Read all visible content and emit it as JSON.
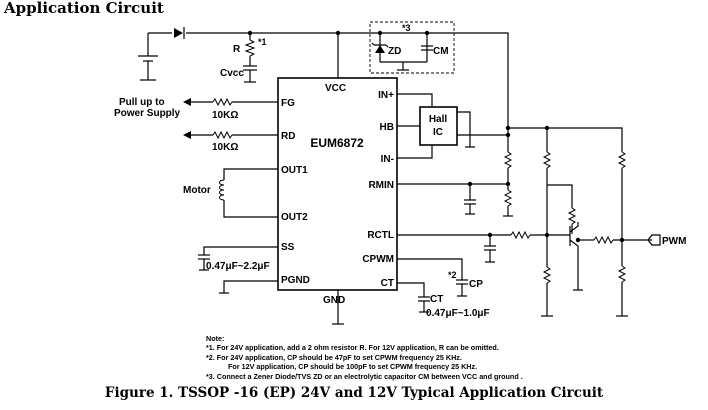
{
  "header": {
    "title": "Application Circuit"
  },
  "chip": {
    "name": "EUM6872",
    "pins": {
      "vcc": "VCC",
      "fg": "FG",
      "rd": "RD",
      "out1": "OUT1",
      "out2": "OUT2",
      "ss": "SS",
      "pgnd": "PGND",
      "gnd": "GND",
      "in_plus": "IN+",
      "hb": "HB",
      "in_minus": "IN-",
      "rmin": "RMIN",
      "rctl": "RCTL",
      "cpwm": "CPWM",
      "ct": "CT"
    }
  },
  "labels": {
    "r": "R",
    "note1_mark": "*1",
    "cvcc": "Cvcc",
    "note3_mark": "*3",
    "zd": "ZD",
    "cm": "CM",
    "hall_line1": "Hall",
    "hall_line2": "IC",
    "pullup_line1": "Pull up to",
    "pullup_line2": "Power Supply",
    "fg_res": "10KΩ",
    "rd_res": "10KΩ",
    "motor": "Motor",
    "ss_cap": "0.47μF~2.2μF",
    "note2_mark": "*2",
    "cp": "CP",
    "ct": "CT",
    "ct_cap": "0.47μF~1.0μF",
    "pwm": "PWM"
  },
  "notes": {
    "title": "Note:",
    "lines": [
      "*1. For 24V application, add a 2 ohm resistor R. For 12V application, R can be omitted.",
      "*2. For 24V application, CP should be 47pF to set CPWM frequency 25 KHz.",
      "For 12V application, CP should be 100pF to set CPWM frequency 25 KHz.",
      "*3. Connect a Zener Diode/TVS ZD or an electrolytic capacitor CM between VCC and ground ."
    ]
  },
  "caption": "Figure 1. TSSOP -16 (EP) 24V and 12V Typical Application Circuit"
}
